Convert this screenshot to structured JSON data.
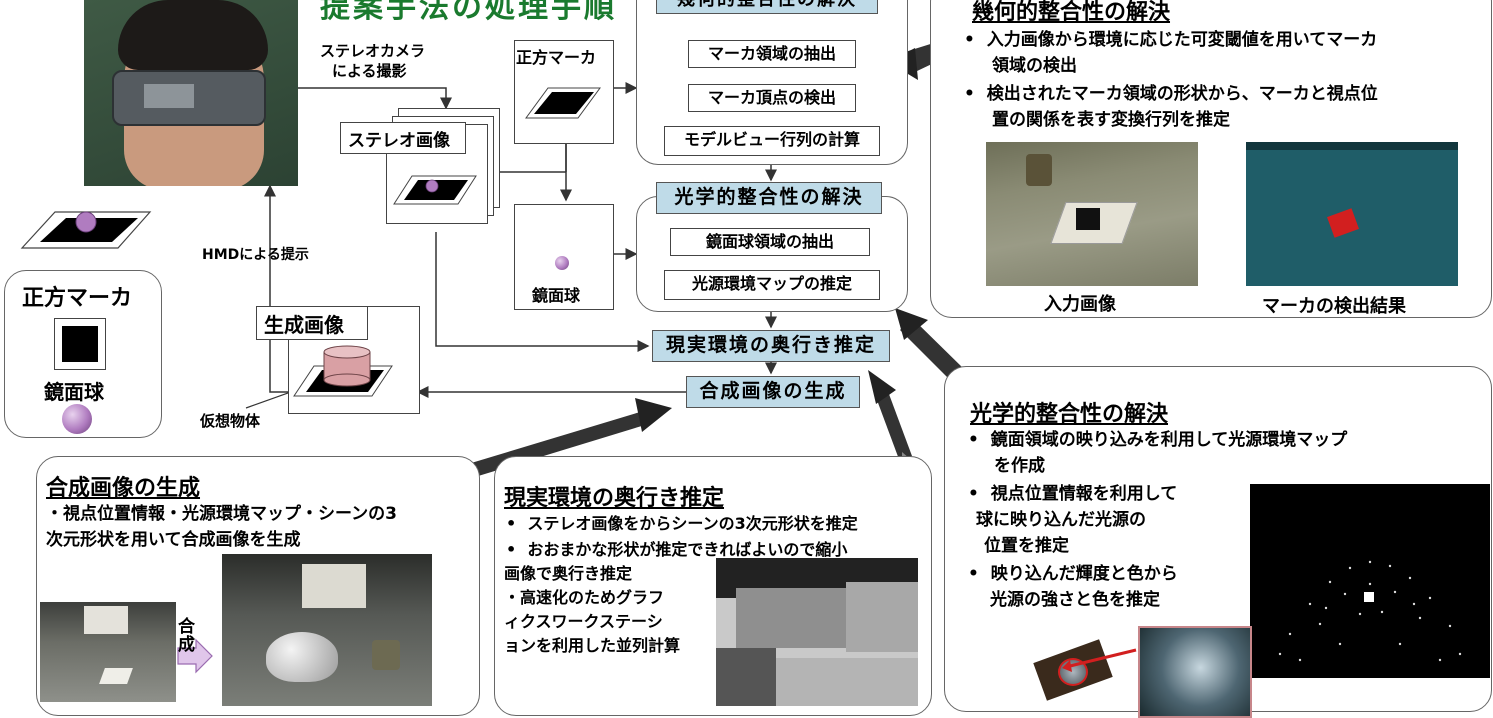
{
  "top_title_partial": "提案手法の処理手順",
  "hmd_flow": {
    "camera_label_line1": "ステレオカメラ",
    "camera_label_line2": "による撮影",
    "display_label": "HMDによる提示",
    "stereo_image": "ステレオ画像",
    "generated_image": "生成画像",
    "virtual_object": "仮想物体"
  },
  "legend": {
    "square_marker": "正方マーカ",
    "mirror_ball": "鏡面球"
  },
  "marker_box": {
    "label": "正方マーカ"
  },
  "ball_box": {
    "label": "鏡面球"
  },
  "geometry_group": {
    "title": "幾何的整合性の解決",
    "steps": [
      "マーカ領域の抽出",
      "マーカ頂点の検出",
      "モデルビュー行列の計算"
    ]
  },
  "optical_group": {
    "title": "光学的整合性の解決",
    "steps": [
      "鏡面球領域の抽出",
      "光源環境マップの推定"
    ]
  },
  "depth_step": "現実環境の奥行き推定",
  "compose_step": "合成画像の生成",
  "geo_panel": {
    "title": "幾何的整合性の解決",
    "bullets": [
      {
        "l1": "入力画像から環境に応じた可変閾値を用いてマーカ",
        "l2": "領域の検出"
      },
      {
        "l1": "検出されたマーカ領域の形状から、マーカと視点位",
        "l2": "置の関係を表す変換行列を推定"
      }
    ],
    "captions": [
      "入力画像",
      "マーカの検出結果"
    ]
  },
  "opt_panel": {
    "title": "光学的整合性の解決",
    "bullets": [
      {
        "l1": "鏡面領域の映り込みを利用して光源環境マップ",
        "l2": "を作成"
      },
      {
        "l1": "視点位置情報を利用して",
        "l2": "球に映り込んだ光源の",
        "l3": "位置を推定"
      },
      {
        "l1": "映り込んだ輝度と色から",
        "l2": "光源の強さと色を推定"
      }
    ]
  },
  "comp_panel": {
    "title": "合成画像の生成",
    "text_l1": "・視点位置情報・光源環境マップ・シーンの3",
    "text_l2": "次元形状を用いて合成画像を生成",
    "arrow_label": "合成"
  },
  "depth_panel": {
    "title": "現実環境の奥行き推定",
    "b1": "ステレオ画像をからシーンの3次元形状を推定",
    "b2": "おおまかな形状が推定できればよいので縮小",
    "b2b": "画像で奥行き推定",
    "b3_l1": "・高速化のためグラフ",
    "b3_l2": "ィクスワークステーシ",
    "b3_l3": "ョンを利用した並列計算"
  },
  "colors": {
    "header_blue": "#bfdbe8",
    "title_green": "#1a7a2e",
    "sphere_purple": "#b07cc0",
    "marker_red": "#d21f1f"
  }
}
